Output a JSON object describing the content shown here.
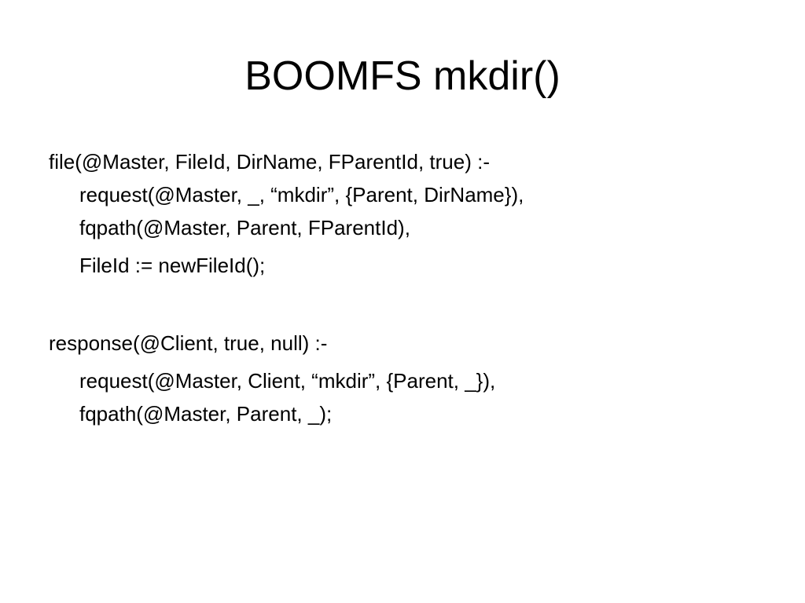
{
  "slide": {
    "title": "BOOMFS mkdir()",
    "rule1": {
      "head": "file(@Master, FileId, DirName, FParentId, true) :-",
      "body_line1": "request(@Master, _, “mkdir”, {Parent, DirName}),",
      "body_line2": "fqpath(@Master, Parent, FParentId),",
      "body_line3": "FileId := newFileId();"
    },
    "rule2": {
      "head": "response(@Client, true, null) :-",
      "body_line1": "request(@Master, Client, “mkdir”, {Parent, _}),",
      "body_line2": "fqpath(@Master, Parent, _);"
    }
  }
}
